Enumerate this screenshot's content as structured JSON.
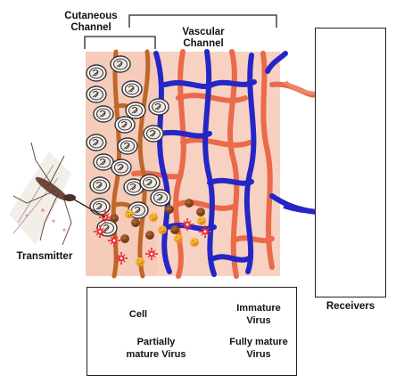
{
  "labels": {
    "cutaneous_channel": [
      "Cutaneous",
      "Channel"
    ],
    "vascular_channel": [
      "Vascular",
      "Channel"
    ],
    "transmitter": "Transmitter",
    "receivers": "Receivers"
  },
  "legend": {
    "cell": "Cell",
    "immature_virus": [
      "Immature",
      "Virus"
    ],
    "partially_mature_virus": [
      "Partially",
      "mature Virus"
    ],
    "fully_mature_virus": [
      "Fully mature",
      "Virus"
    ]
  },
  "colors": {
    "skin_bg": "#f7d2c3",
    "vessel_blue": "#2626c6",
    "vessel_red": "#ea6a4a",
    "vessel_brown": "#c0672a",
    "cell_outline": "#333333",
    "immature_virus": "#8a4a1e",
    "partial_virus": "#f0a21a",
    "mature_virus": "#e8323a"
  },
  "receiver_icons": [
    "nerve-tissue-icon",
    "liver-icon",
    "spleen-icon",
    "lungs-icon",
    "hand-bones-icon"
  ]
}
